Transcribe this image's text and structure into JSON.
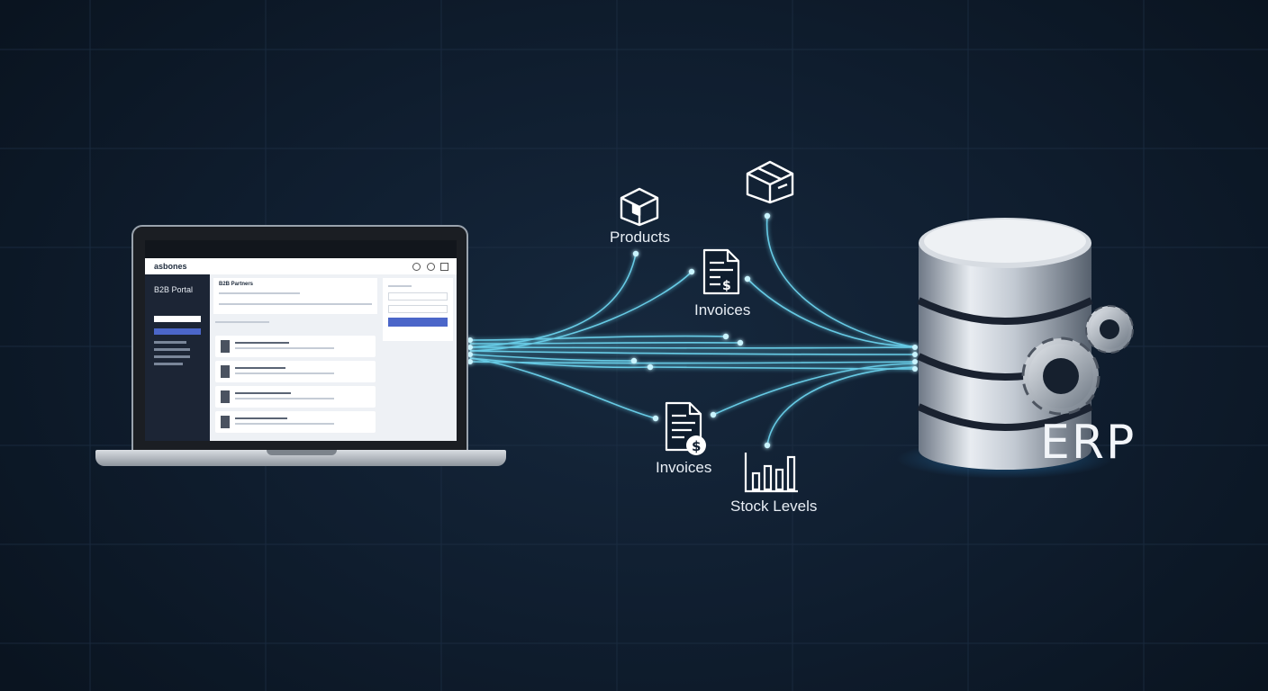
{
  "diagram": {
    "labels": {
      "products": "Products",
      "invoices_top": "Invoices",
      "invoices_bottom": "Invoices",
      "stock_levels": "Stock Levels",
      "erp": "ERP"
    },
    "icons": [
      "box-icon",
      "invoice-icon",
      "bar-chart-icon",
      "database-icon",
      "gear-icon"
    ],
    "colors": {
      "background": "#0f1d2e",
      "glow": "#5fd8f5",
      "text": "#e8eef5"
    }
  },
  "portal": {
    "logo": "asbones",
    "sidebar_title": "B2B Portal",
    "panel_title": "B2B Partners"
  }
}
